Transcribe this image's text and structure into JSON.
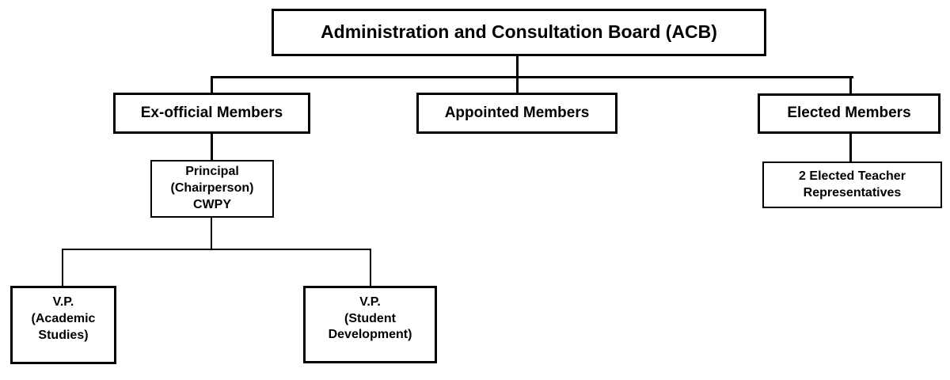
{
  "diagram": {
    "type": "org-chart",
    "title": "Administration and Consultation Board (ACB)",
    "colors": {
      "background": "#ffffff",
      "node_fill": "#ffffff",
      "border": "#000000",
      "line": "#000000",
      "text": "#000000"
    },
    "nodes": {
      "root": {
        "label": "Administration and Consultation Board (ACB)"
      },
      "ex_official": {
        "label": "Ex-official Members"
      },
      "appointed": {
        "label": "Appointed Members"
      },
      "elected": {
        "label": "Elected Members"
      },
      "principal": {
        "label": "Principal\n(Chairperson)\nCWPY"
      },
      "teacher_reps": {
        "label": "2 Elected Teacher\nRepresentatives"
      },
      "vp_academic": {
        "label": "V.P.\n(Academic\nStudies)"
      },
      "vp_student": {
        "label": "V.P.\n(Student\nDevelopment)"
      }
    },
    "edges": [
      {
        "from": "root",
        "to": "ex_official"
      },
      {
        "from": "root",
        "to": "appointed"
      },
      {
        "from": "root",
        "to": "elected"
      },
      {
        "from": "ex_official",
        "to": "principal"
      },
      {
        "from": "elected",
        "to": "teacher_reps"
      },
      {
        "from": "principal",
        "to": "vp_academic"
      },
      {
        "from": "principal",
        "to": "vp_student"
      }
    ]
  }
}
